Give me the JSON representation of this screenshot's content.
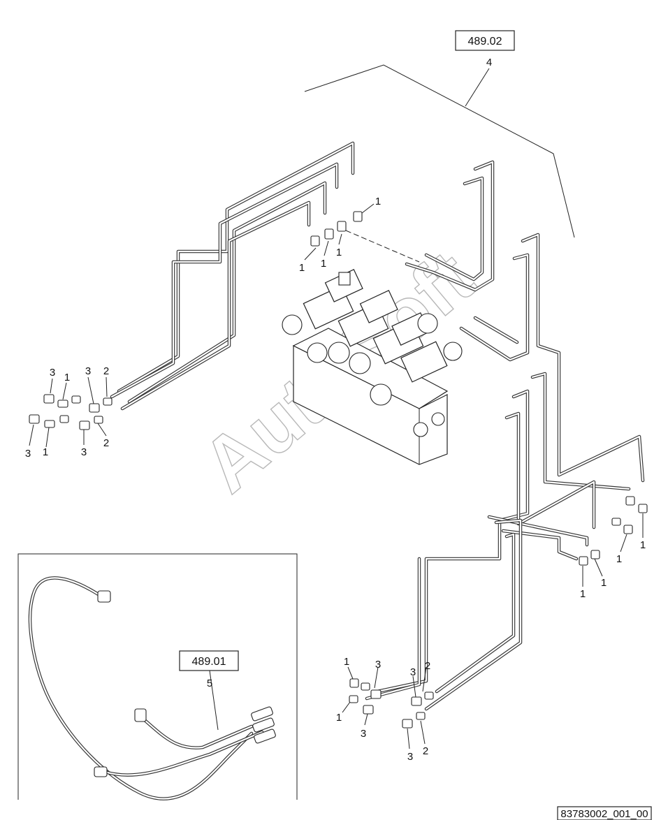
{
  "references": {
    "top": {
      "code": "489.02",
      "item": "4"
    },
    "inset": {
      "code": "489.01",
      "item": "5"
    }
  },
  "drawing_number": "83783002_001_00",
  "watermark": "AutoSoft",
  "callouts": {
    "top_center": [
      "1",
      "1",
      "1",
      "1"
    ],
    "left_group": [
      "3",
      "1",
      "3",
      "2",
      "3",
      "1",
      "3",
      "2"
    ],
    "right_group": [
      "1",
      "1",
      "1",
      "1"
    ],
    "bottom_group": [
      "1",
      "3",
      "3",
      "2",
      "1",
      "3",
      "3",
      "2"
    ]
  }
}
